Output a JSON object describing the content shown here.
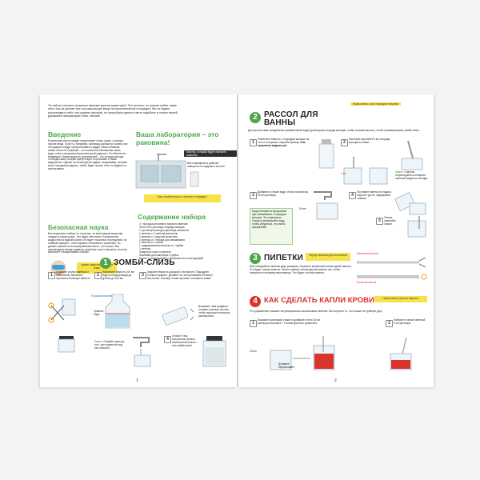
{
  "left_page": {
    "intro_text": "Ты небось смотрел страшные фильмы ужасов (ужастики)? Это отлично, но многие любят также кино. Как же делают все эти ужасающие вещи на киносъемочной площадке? Мы не будем рассказывать тебе, как снимать фильмы, но попробуем сделать нечто подобное в стенах вашей домашней лаборатории! Итак, начнем!",
    "vvedenie": {
      "title": "Введение",
      "text": "В реальном обычно видео присутствует слизь, кровь, а разные прочие вещи. Если ты, например, смотришь фильм про зомби, все эти жидкости будут присутствовать в кадре! Наша основная зомби-слизь не страшная – это полностью безопасная смесь воды, клея и натуральной растительной жидкости. Он абсолютно безвреден. Новая жидкость для внешней – это хлорид кальция. Эта вода сама, которая присутствует в организме и также водорослях. Однако не используй её рядом с водоемами, которые могут находиться рядом с тобой, будет лучше, если ты будешь их использовать."
    },
    "laboratory": {
      "title": "Ваша лаборатория – это раковина!",
      "pill_text": "Мастер, который будет смотреть помогать",
      "note_text": "Все помещения и рабочие поверхности содержи в чистоте",
      "yellow_note": "Вас позаботиться о чистоте и порядке!"
    },
    "safety": {
      "title": "Безопасная наука",
      "text": "Все вещества в наборе не токсичны, но всем вашим вещества следует в наших руках. Это будет непонятно. Большинство жидкостей на водной основе, не будет токсичных последствий, но главный принцип – твоё хорошее отношение к хранению. Ты должен хранить их в изолированном месте, это сильно. Мы рекомендуем всегда надевать защитные очки и перчатки, если вы работаете с веществами в наборе.",
      "badge": "Нужен защитный чехол и очки!"
    },
    "contents": {
      "title": "Содержание набора",
      "items": [
        "2 г порошка альгината натрия в пакетике",
        "30 мл 10% раствора хлорида кальция",
        "1 пустая бутылка для раствора альгината",
        "1 пипетка с 1 зелёной краситель",
        "1 пипетка с 1 красной краситель",
        "2 пипетки и 2 тюбика для смешивания",
        "1 пипетка и 1 стакан",
        "1 градуированная пипетка и 1 трубка",
        "1 пипетка",
        "Защитные очки и перчатки",
        "Наклейки для пакетиков и трубок",
        "Буклет с информацией о безопасности и инструкцией"
      ]
    },
    "zombie": {
      "number": "1",
      "title": "ЗОМБИ-СЛИЗЬ",
      "step1_num": "1",
      "step1": "Отрежьте уголок пакетика с альгинатом. Высыпьте порошок в большую ёмкость.",
      "step1_label": "Порошок альгината",
      "step2_num": "2",
      "step2": "Наполните ёмкость 100 мл воды из водопровода до уровня до 100 мл.",
      "step2_label": "Уровень воды",
      "step3_num": "3",
      "step3": "Закройте ёмкость крышкой и потрясите. Подождите. Снова потрясите. Делайте это на протяжении 20 минут или более. Раствор станет мутным, и появятся комки.",
      "step3_note": "Возможно, вам придётся оставить раствор на ночь, чтобы порошок полностью растворился.",
      "step4_num": "4",
      "step4": "Готово! У вас получилась бутыль альгинатной сенсоя – или зомбислизи!",
      "sovet_label": "Совет:",
      "sovet": "Откройте кран до того, как поднесёте под него ёмкость.",
      "page_number": "1"
    }
  },
  "right_page": {
    "top_pill": "Нужна взять соль хлоридом натрием",
    "brine": {
      "number": "2",
      "title": "РАССОЛ ДЛЯ ВАННЫ",
      "intro": "Для рассола вам понадобится разбавленный водой (раствором) хлорида кальция, чтобы солевой раствор, чтобы полимеризовать зомби-слизь.",
      "step1_num": "1",
      "step1": "Поместите ёмкость с хлоридом кальция на стол и осторожно откройте крышку.",
      "step1_bold": "Она наполнена жидкостью!",
      "step2_num": "2",
      "step2": "Пипеткой перелейте 5 мл хлорида кальция в стакан.",
      "step3_num": "3",
      "step3": "Добавьте в стакан воду, чтобы получилось 30 мл раствора.",
      "step4_num": "4",
      "step4": "Поставьте пипетку на подкос, опустите до его содержимое стакана.",
      "step5_num": "5",
      "step5": "Теперь смешайте стакан.",
      "sovet_label": "Совет:",
      "sovet": "Сначала потренируйтесь отмерять пипеткой жидкость из воды",
      "info_box": "Вода становится прозрачной при смешивании с хлоридом кальция. Это нормально. Хорошо перемешайте воду, чтобы убедиться, что смесь прозрачная!",
      "volume_label": "30 мл",
      "label_2ml": "2 мл"
    },
    "pipettes": {
      "number": "3",
      "title": "ПИПЕТКИ",
      "badge": "Перед началом для альгината",
      "text": "Вам понадобятся пипетки двух размеров. Отрежьте маленький кончик одной пипетки. Это будет тонкая пипетка. Затем отрежьте кончик другой пипетки так, чтобы отверстие в половину миллиметра. Это будет толстая пипетка.",
      "label_thin": "Маленький кончик",
      "label_thick": "Большой кончик"
    },
    "blood": {
      "number": "4",
      "title": "КАК СДЕЛАТЬ КАПЛИ КРОВИ?",
      "badge": "Приготовьте чистые ёмкости",
      "intro": "Это упражнение поможет потренироваться использовать пипетки. Вы получите то, что похоже на тройную руку.",
      "step1_num": "1",
      "step1": "Возьмите маленький стакан и добавьте в него 15 мл раствора альгината + 3 капли красного красителя.",
      "step1_label": "Добавьте перемешайте",
      "step2_num": "2",
      "step2": "Наберите тонкой пипеткой 2 мл раствора",
      "label_15ml": "15 мл",
      "page_number": "2"
    }
  },
  "colors": {
    "green": "#4ea54a",
    "red": "#d8342c",
    "yellow": "#f7e349"
  }
}
